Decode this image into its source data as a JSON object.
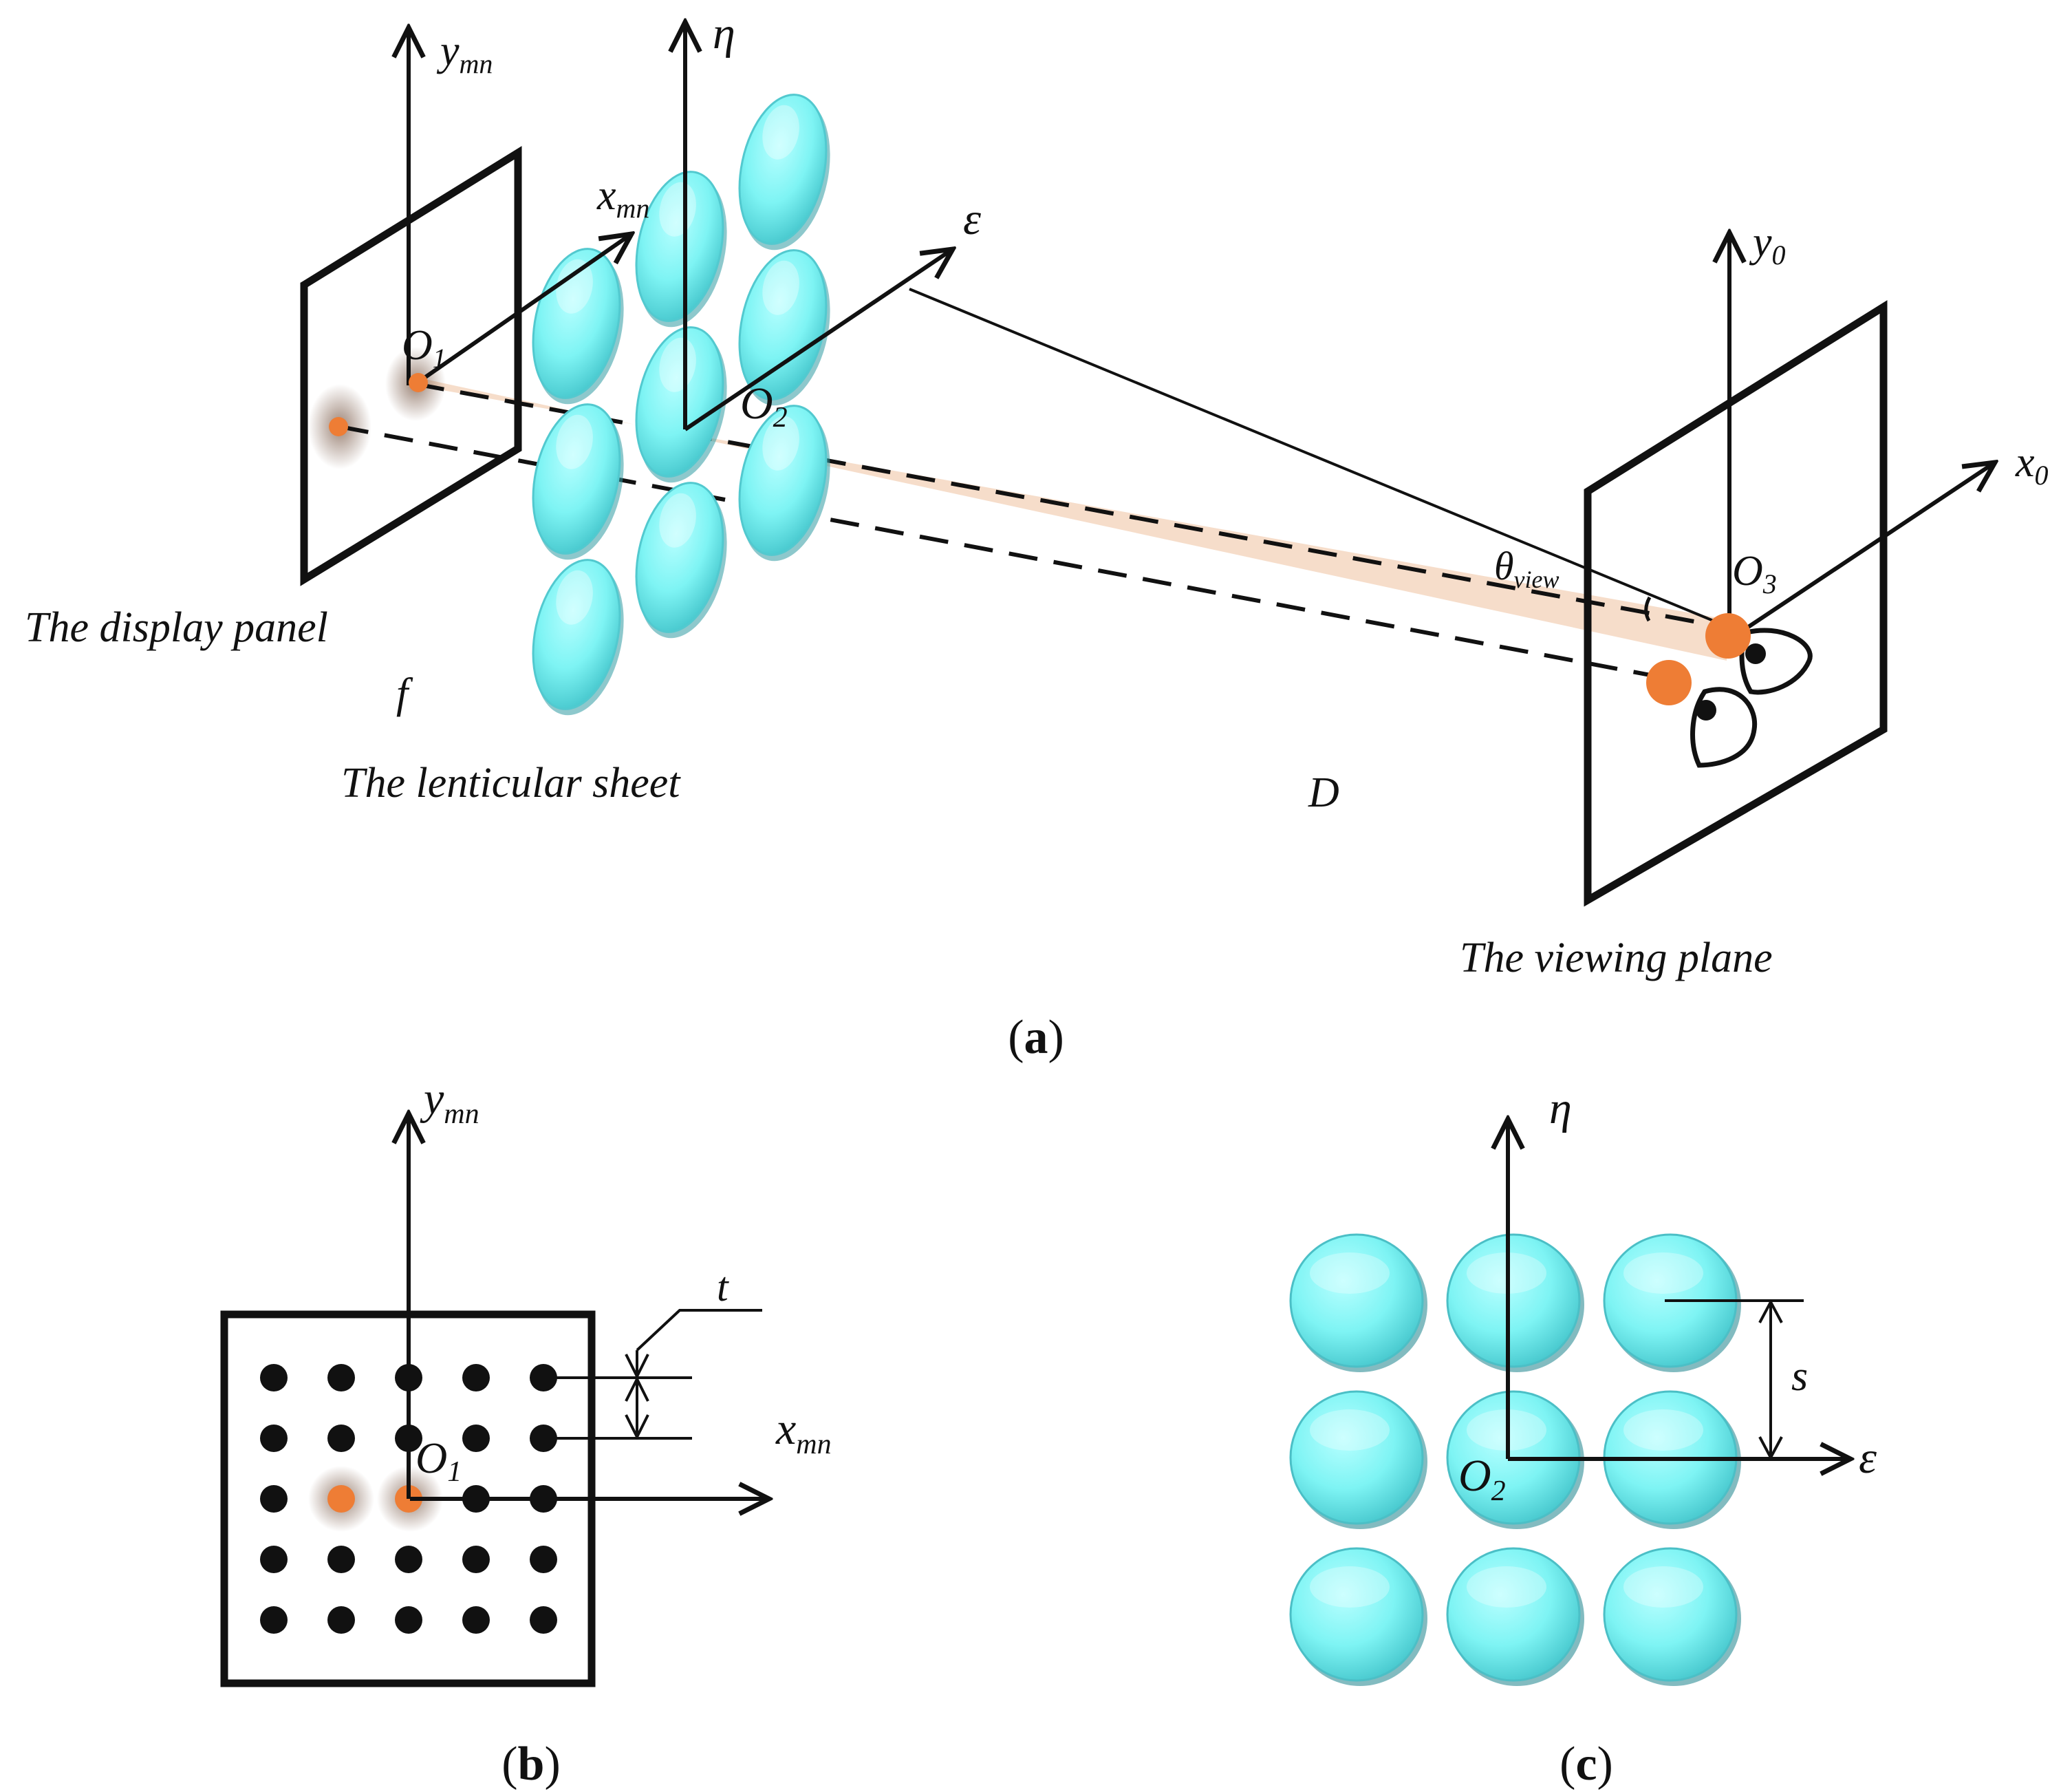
{
  "colors": {
    "lens": "#7ef4f4",
    "lens_dark": "#3fb9c0",
    "pixel_orange": "#ee7d35",
    "ray": "#f6dbc7",
    "ink": "#111111"
  },
  "panel_a": {
    "caption_open": "(",
    "caption_letter": "a",
    "caption_close": ")",
    "display_panel_label": "The display panel",
    "lenticular_label": "The lenticular sheet",
    "viewing_plane_label": "The viewing plane",
    "f_label": "f",
    "D_label": "D",
    "axes": {
      "ymn": {
        "base": "y",
        "sub": "mn"
      },
      "xmn": {
        "base": "x",
        "sub": "mn"
      },
      "eta": {
        "base": "η"
      },
      "eps": {
        "base": "ε"
      },
      "y0": {
        "base": "y",
        "sub": "0"
      },
      "x0": {
        "base": "x",
        "sub": "0"
      }
    },
    "origins": {
      "O1": {
        "base": "O",
        "sub": "1"
      },
      "O2": {
        "base": "O",
        "sub": "2"
      },
      "O3": {
        "base": "O",
        "sub": "3"
      }
    },
    "theta": {
      "base": "θ",
      "sub": "view"
    }
  },
  "panel_b": {
    "caption_open": "(",
    "caption_letter": "b",
    "caption_close": ")",
    "t_label": "t",
    "axes": {
      "ymn": {
        "base": "y",
        "sub": "mn"
      },
      "xmn": {
        "base": "x",
        "sub": "mn"
      }
    },
    "origin": {
      "base": "O",
      "sub": "1"
    }
  },
  "panel_c": {
    "caption_open": "(",
    "caption_letter": "c",
    "caption_close": ")",
    "s_label": "s",
    "axes": {
      "eta": {
        "base": "η"
      },
      "eps": {
        "base": "ε"
      }
    },
    "origin": {
      "base": "O",
      "sub": "2"
    }
  }
}
